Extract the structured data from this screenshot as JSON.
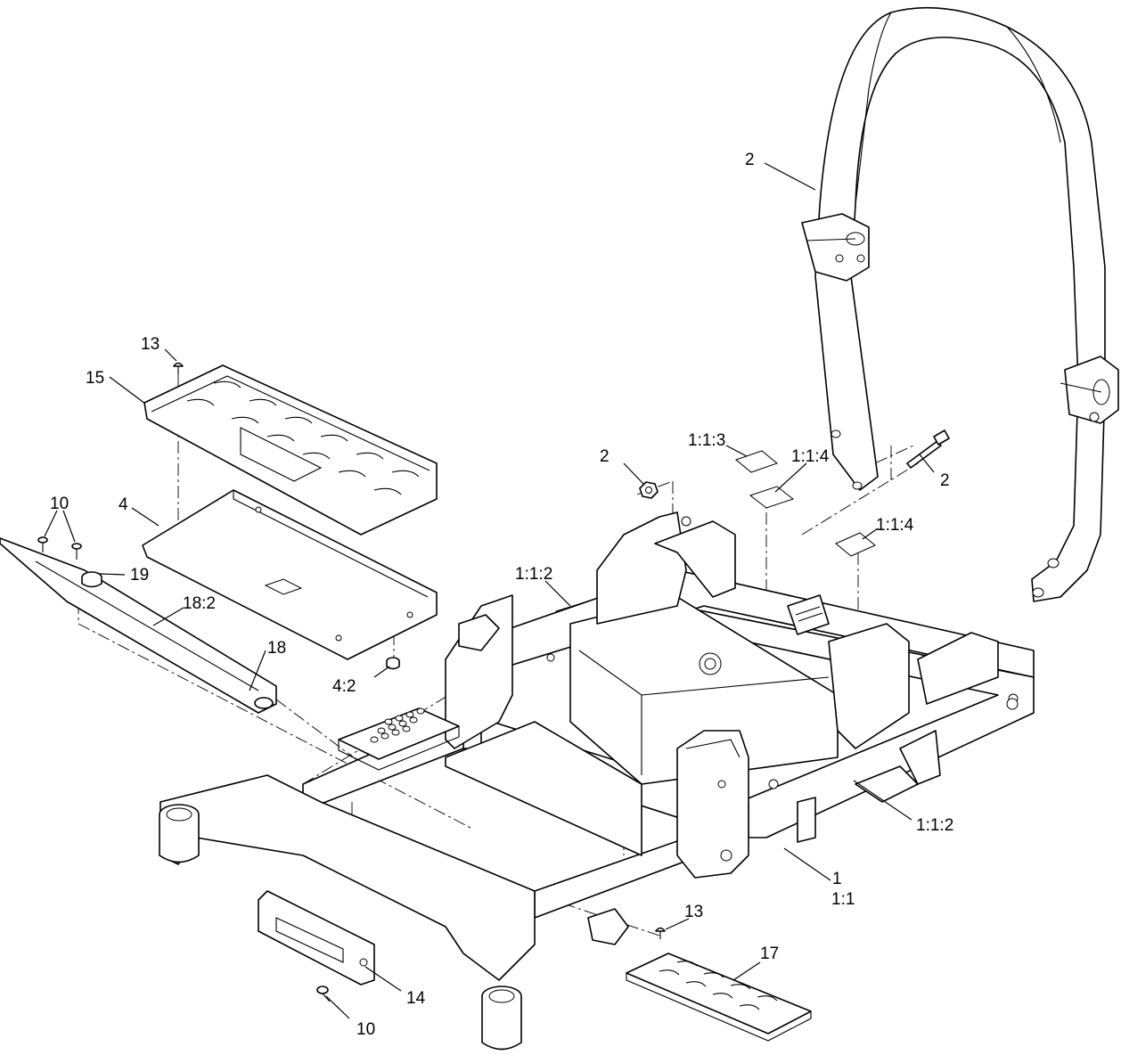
{
  "callouts": {
    "rollbar": "2",
    "rollbar_nut": "2",
    "rollbar_bolt": "2",
    "decal_113": "1:1:3",
    "decal_114a": "1:1:4",
    "decal_114b": "1:1:4",
    "decal_112a": "1:1:2",
    "decal_112b": "1:1:2",
    "frame_1": "1",
    "frame_11": "1:1",
    "screw_13_top": "13",
    "screw_13_bottom": "13",
    "floor_pan_15": "15",
    "plate_4": "4",
    "grommet_42": "4:2",
    "fastener_10_left": "10",
    "fastener_10_bottom": "10",
    "knob_19": "19",
    "rail_182": "18:2",
    "rail_18": "18",
    "bracket_14": "14",
    "step_17": "17"
  }
}
